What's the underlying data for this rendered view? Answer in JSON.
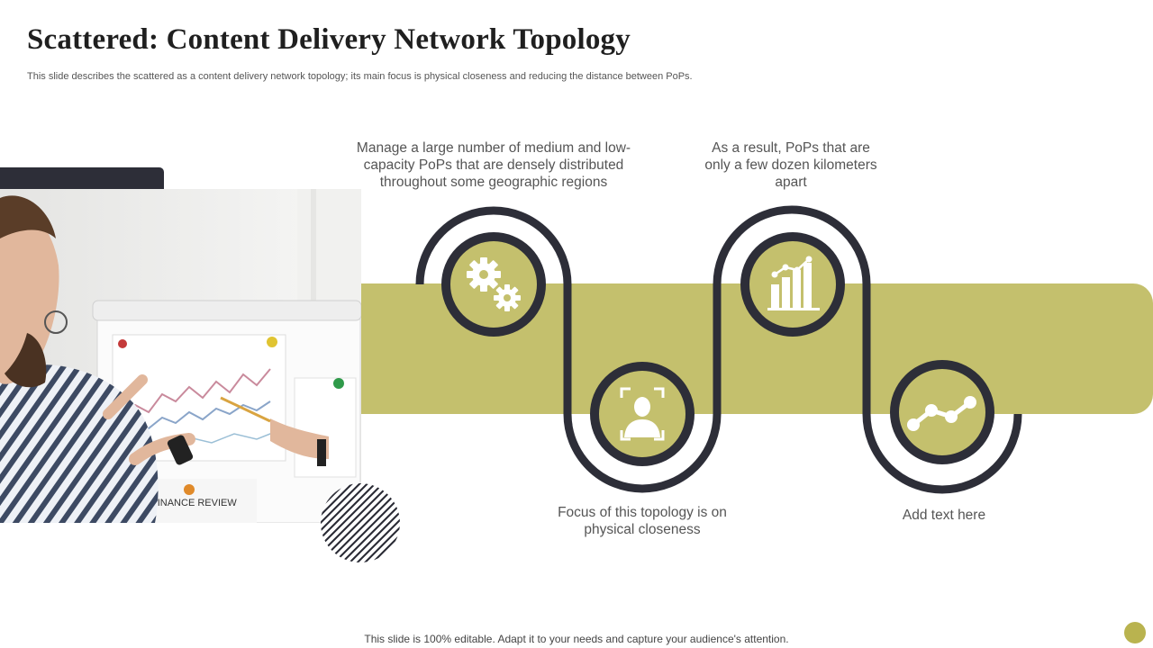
{
  "header": {
    "title": "Scattered: Content Delivery Network Topology",
    "subtitle": "This slide describes the scattered as a content delivery network topology; its main focus is physical closeness and reducing the distance between PoPs."
  },
  "photo": {
    "board_label": "FINANCE REVIEW"
  },
  "steps": [
    {
      "icon": "gears-icon",
      "text": "Manage a large number of medium and low-capacity PoPs that are densely distributed throughout  some geographic regions"
    },
    {
      "icon": "user-scan-icon",
      "text": "Focus of this topology is on physical closeness"
    },
    {
      "icon": "bar-chart-icon",
      "text": "As a result,  PoPs that are only  a few dozen kilometers apart"
    },
    {
      "icon": "line-chart-icon",
      "text": "Add text here"
    }
  ],
  "footer": {
    "text": "This slide is 100% editable. Adapt it to your needs and capture your audience's attention."
  },
  "colors": {
    "accent": "#c4c06d",
    "dark": "#2d2e38",
    "dot": "#b9b34f"
  }
}
